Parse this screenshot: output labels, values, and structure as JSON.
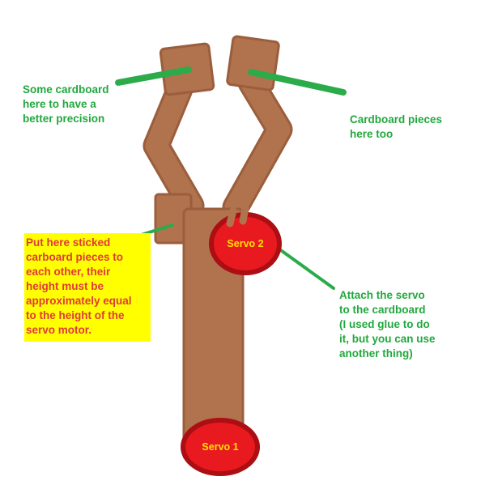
{
  "colors": {
    "background": "#ffffff",
    "cardboard_brown": "#b1724e",
    "cardboard_outline": "#9b5e3c",
    "annotation_green": "#21a83d",
    "arrow_green": "#2bab4a",
    "servo_red": "#e8191f",
    "servo_border": "#ab0e13",
    "servo_label_yellow": "#ffe100",
    "note_box_yellow": "#ffff00",
    "note_text_red": "#e03a3a"
  },
  "annotations": {
    "top_left": "Some cardboard\nhere to have a\nbetter precision",
    "right": "Cardboard pieces\nhere too",
    "note_box": "Put here sticked\ncarboard pieces to\neach other, their\nheight must be\napproximately equal\nto the height of the\nservo motor.",
    "attach": "Attach the servo\nto the cardboard\n(I used glue to do\nit, but you can use\nanother thing)"
  },
  "servos": [
    {
      "label": "Servo 2"
    },
    {
      "label": "Servo 1"
    }
  ]
}
